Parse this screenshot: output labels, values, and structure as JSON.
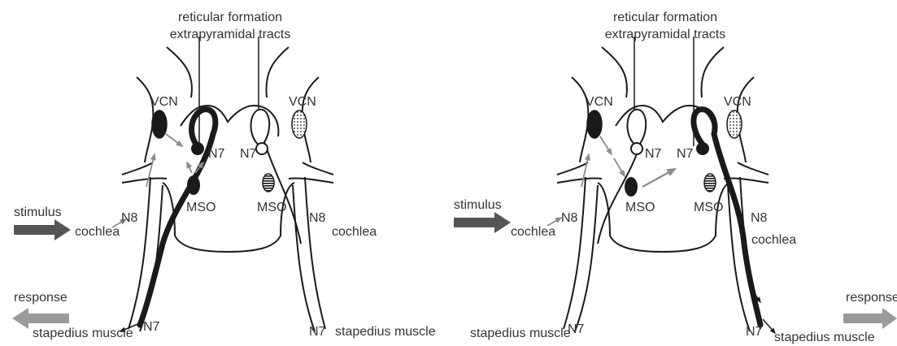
{
  "colors": {
    "outline": "#1a1a1a",
    "label": "#333333",
    "stimulus_arrow": "#555555",
    "response_arrow": "#9a9a9a",
    "pathway_arrow": "#8c8c8c"
  },
  "panels": [
    {
      "side_active": "left",
      "labels": {
        "top_line1": "reticular formation",
        "top_line2": "extrapyramidal tracts",
        "vcn_left": "VCN",
        "vcn_right": "VCN",
        "n7_left": "N7",
        "n7_right": "N7",
        "mso_left": "MSO",
        "mso_right": "MSO",
        "n8_left": "N8",
        "n8_right": "N8",
        "cochlea_left": "cochlea",
        "cochlea_right": "cochlea",
        "n7_bottom_left": "N7",
        "n7_bottom_right": "N7",
        "stapedius_left": "stapedius muscle",
        "stapedius_right": "stapedius muscle",
        "stimulus": "stimulus",
        "response": "response"
      }
    },
    {
      "side_active": "right",
      "labels": {
        "top_line1": "reticular formation",
        "top_line2": "extrapyramidal tracts",
        "vcn_left": "VCN",
        "vcn_right": "VCN",
        "n7_left": "N7",
        "n7_right": "N7",
        "mso_left": "MSO",
        "mso_right": "MSO",
        "n8_left": "N8",
        "n8_right": "N8",
        "cochlea_left": "cochlea",
        "cochlea_right": "cochlea",
        "n7_bottom_left": "N7",
        "n7_bottom_right": "N7",
        "stapedius_left": "stapedius muscle",
        "stapedius_right": "stapedius muscle",
        "stimulus": "stimulus",
        "response": "response"
      }
    }
  ]
}
